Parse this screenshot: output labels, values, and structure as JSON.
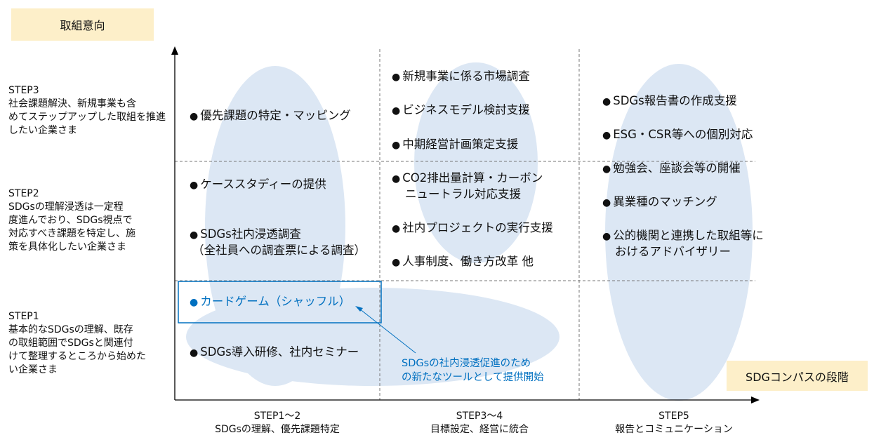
{
  "title_tag": "取組意向",
  "axis_tag": "SDGコンパスの段階",
  "y_labels": [
    {
      "step": "STEP3",
      "lines": [
        "社会課題解決、新規事業も含",
        "めてステップアップした取組を推進",
        "したい企業さま"
      ]
    },
    {
      "step": "STEP2",
      "lines": [
        "SDGsの理解浸透は一定程",
        "度進んでおり、SDGs視点で",
        "対応すべき課題を特定し、施",
        "策を具体化したい企業さま"
      ]
    },
    {
      "step": "STEP1",
      "lines": [
        "基本的なSDGsの理解、既存",
        "の取組範囲でSDGsと関連付",
        "けて整理するところから始めた",
        "い企業さま"
      ]
    }
  ],
  "x_labels": [
    {
      "step": "STEP1～2",
      "desc": "SDGsの理解、優先課題特定"
    },
    {
      "step": "STEP3～4",
      "desc": "目標設定、経営に統合"
    },
    {
      "step": "STEP5",
      "desc": "報告とコミュニケーション"
    }
  ],
  "col1": [
    "優先課題の特定・マッピング",
    "ケーススタディーの提供",
    "SDGs社内浸透調査",
    "（全社員への調査票による調査）",
    "カードゲーム（シャッフル）",
    "SDGs導入研修、社内セミナー"
  ],
  "col2": [
    "新規事業に係る市場調査",
    "ビジネスモデル検討支援",
    "中期経営計画策定支援",
    "CO2排出量計算・カーボン",
    "ニュートラル対応支援",
    "社内プロジェクトの実行支援",
    "人事制度、働き方改革 他"
  ],
  "col3": [
    "SDGs報告書の作成支援",
    "ESG・CSR等への個別対応",
    "勉強会、座談会等の開催",
    "異業種のマッチング",
    "公的機関と連携した取組等に",
    "おけるアドバイザリー"
  ],
  "callout": [
    "SDGsの社内浸透促進のため",
    "の新たなツールとして提供開始"
  ],
  "bullet": "●",
  "colors": {
    "ellipse": "#dce7f4",
    "accent": "#0070c0",
    "tag": "#fdefc9"
  }
}
